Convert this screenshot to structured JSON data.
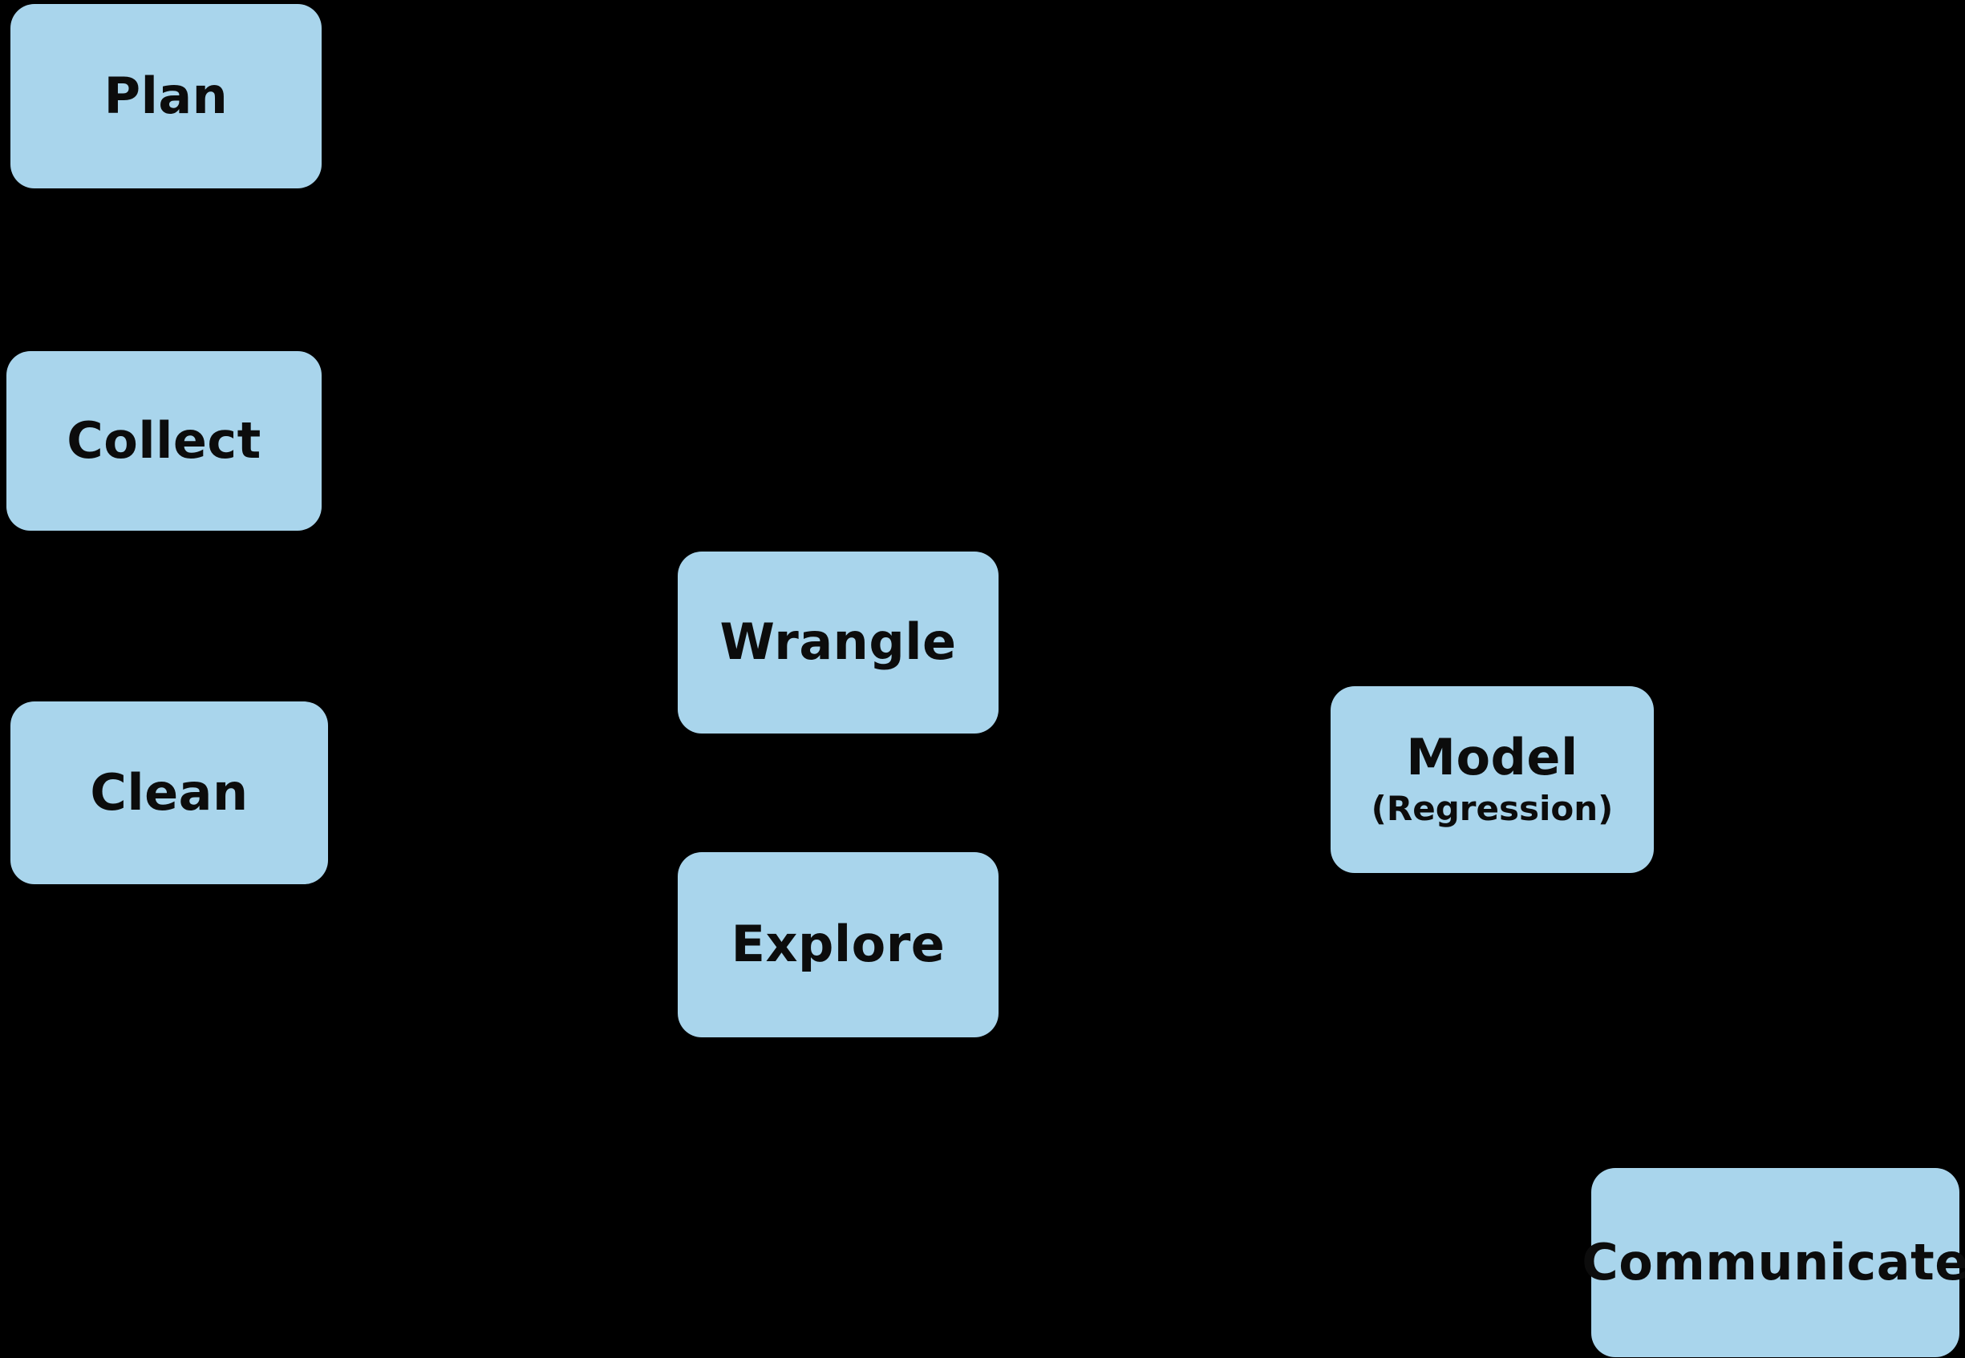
{
  "diagram": {
    "background_color": "#000000",
    "node_fill_color": "#a9d5ec",
    "node_text_color": "#0c0c0c",
    "nodes": [
      {
        "id": "plan",
        "label": "Plan"
      },
      {
        "id": "collect",
        "label": "Collect"
      },
      {
        "id": "clean",
        "label": "Clean"
      },
      {
        "id": "wrangle",
        "label": "Wrangle"
      },
      {
        "id": "explore",
        "label": "Explore"
      },
      {
        "id": "model",
        "label": "Model",
        "sublabel": "(Regression)"
      },
      {
        "id": "communicate",
        "label": "Communicate"
      }
    ]
  }
}
